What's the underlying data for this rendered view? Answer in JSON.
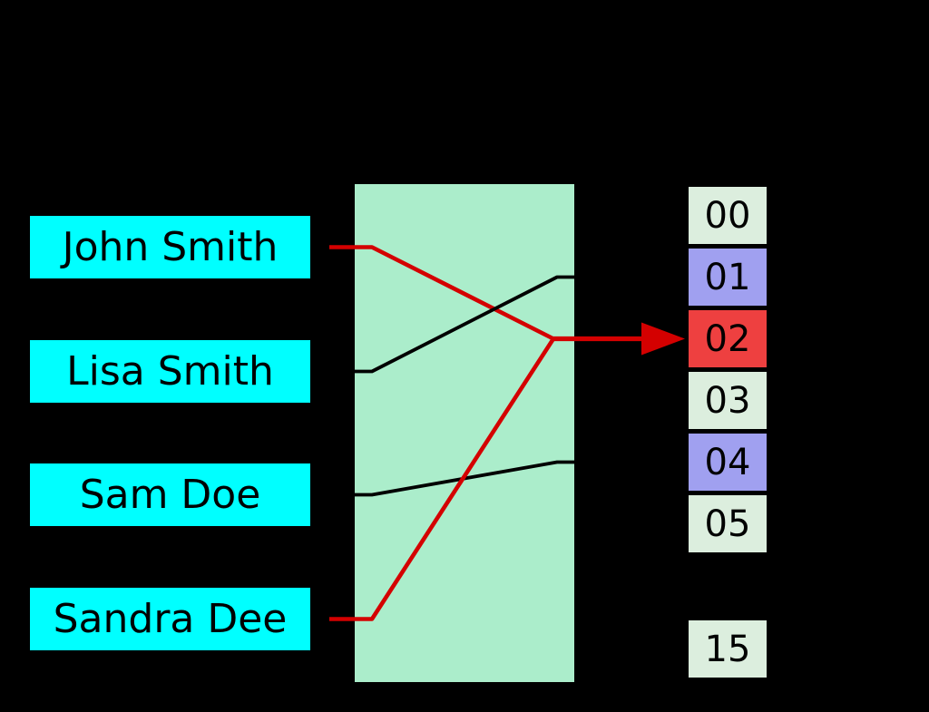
{
  "diagram": {
    "title": "hash-collision-diagram",
    "keys": [
      {
        "label": "John Smith"
      },
      {
        "label": "Lisa Smith"
      },
      {
        "label": "Sam Doe"
      },
      {
        "label": "Sandra Dee"
      }
    ],
    "buckets": [
      {
        "label": "00",
        "variant": "empty"
      },
      {
        "label": "01",
        "variant": "occupied"
      },
      {
        "label": "02",
        "variant": "collision"
      },
      {
        "label": "03",
        "variant": "empty"
      },
      {
        "label": "04",
        "variant": "occupied"
      },
      {
        "label": "05",
        "variant": "empty"
      },
      {
        "label": "15",
        "variant": "empty",
        "gap_before": true
      }
    ],
    "mappings": [
      {
        "key": 0,
        "bucket": 2,
        "style": "collision"
      },
      {
        "key": 1,
        "bucket": 1,
        "style": "normal"
      },
      {
        "key": 2,
        "bucket": 4,
        "style": "normal"
      },
      {
        "key": 3,
        "bucket": 2,
        "style": "collision"
      }
    ],
    "colors": {
      "background": "#000000",
      "key_fill": "#00ffff",
      "hash_box_fill": "#abedcb",
      "bucket_empty_fill": "#dceede",
      "bucket_occupied_fill": "#a0a0f0",
      "bucket_collision_fill": "#ee4040",
      "line_normal": "#000000",
      "line_collision": "#d40000",
      "text": "#000000"
    }
  }
}
